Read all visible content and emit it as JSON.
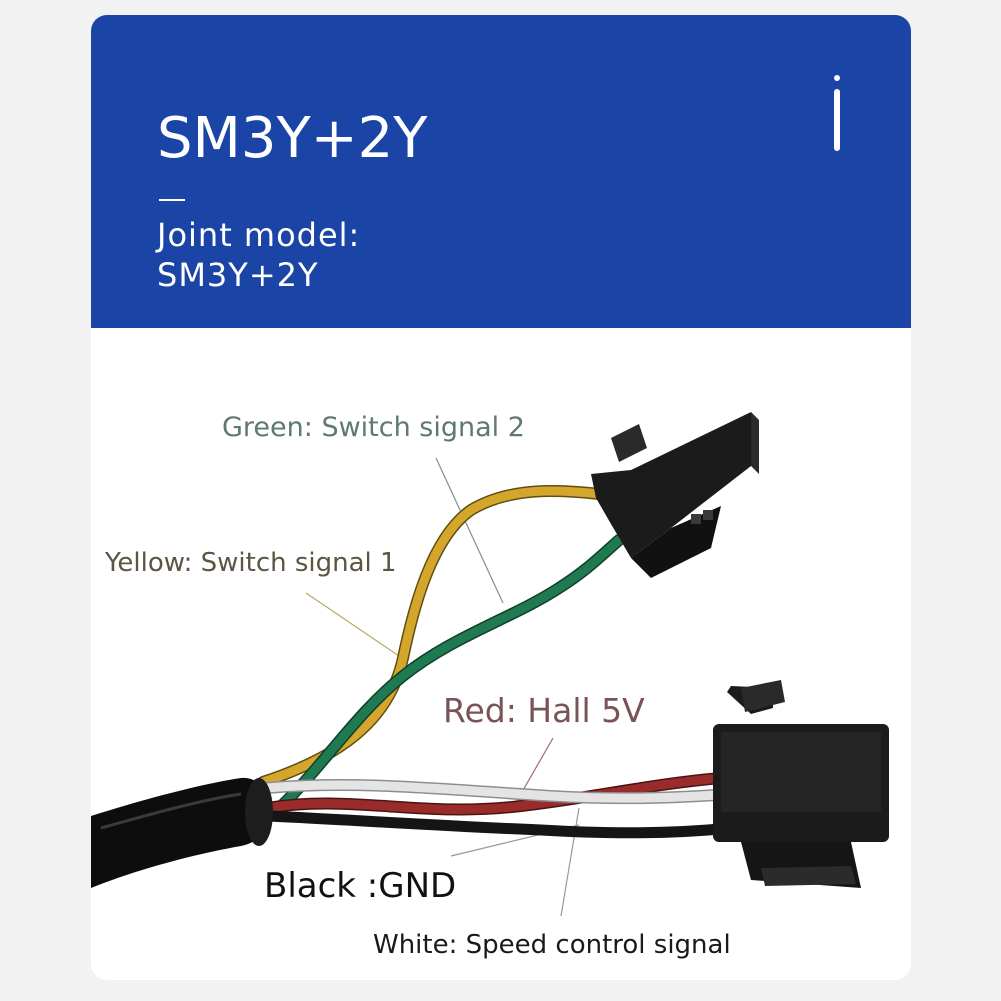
{
  "header": {
    "title": "SM3Y+2Y",
    "subtitle_line1": "Joint model:",
    "subtitle_line2": "SM3Y+2Y"
  },
  "labels": {
    "green": "Green: Switch signal 2",
    "yellow": "Yellow: Switch signal 1",
    "red": "Red: Hall 5V",
    "black": "Black :GND",
    "white": "White: Speed control signal"
  },
  "colors": {
    "header_bg": "#1a45a6",
    "wire_green": "#1f7a52",
    "wire_yellow": "#d4a72c",
    "wire_red": "#9a2b2b",
    "wire_white": "#d9d9d9",
    "wire_black": "#151515",
    "connector": "#1b1b1b"
  },
  "icons": {
    "header_mark": "vertical-bar-icon"
  }
}
